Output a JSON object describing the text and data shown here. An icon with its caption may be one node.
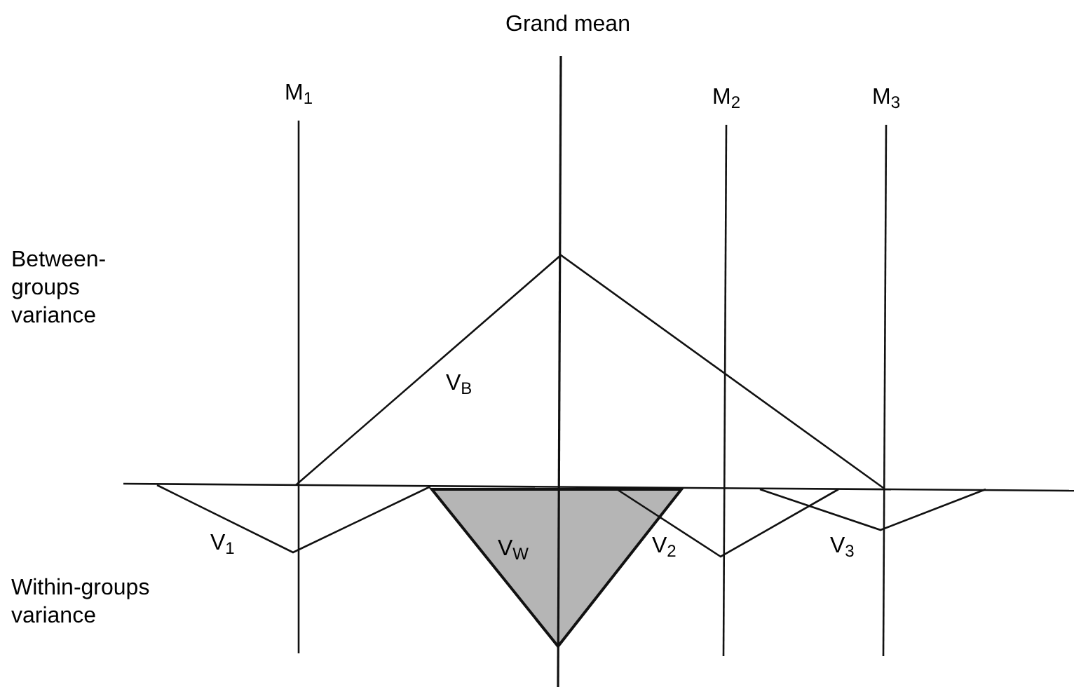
{
  "diagram": {
    "labels": [
      "Grand mean",
      "M$_{1}$",
      "M$_{2}$",
      "M$_{3}$",
      "Between-groups variance",
      "V$_{B}$",
      "V$_{1}$",
      "V$_{W}$",
      "V$_{2}$",
      "V$_{3}$",
      "Within-groups variance"
    ]
  }
}
